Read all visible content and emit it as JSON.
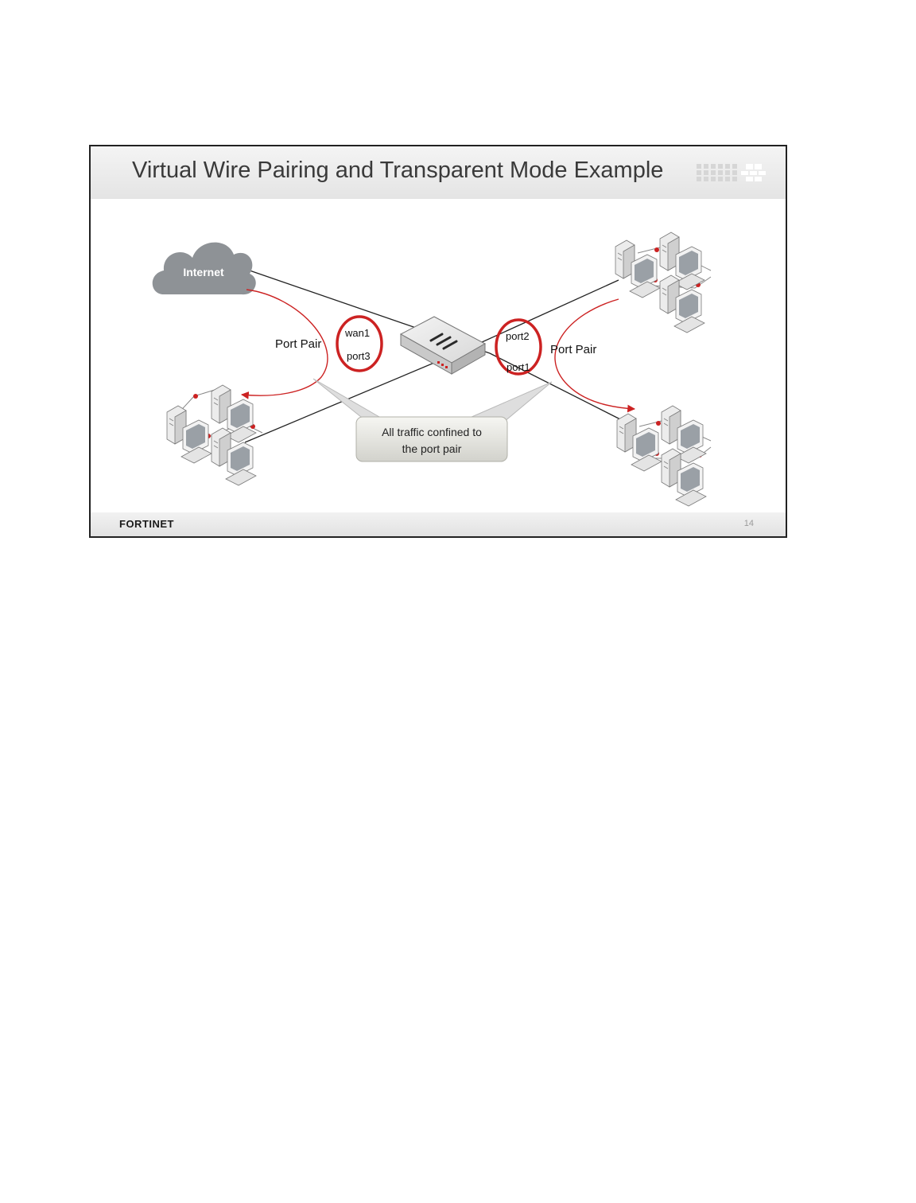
{
  "slide": {
    "title": "Virtual Wire Pairing and Transparent Mode Example",
    "page_number": "14",
    "brand": "FORTINET"
  },
  "diagram": {
    "internet_label": "Internet",
    "left_pair_label": "Port Pair",
    "right_pair_label": "Port Pair",
    "left_ports": [
      "wan1",
      "port3"
    ],
    "right_ports": [
      "port2",
      "port1"
    ],
    "callout_line1": "All traffic confined to",
    "callout_line2": "the port pair"
  },
  "colors": {
    "accent_red": "#cc2222",
    "cloud_gray": "#8e9296",
    "link_black": "#222222"
  },
  "icons": [
    "cloud-icon",
    "firewall-device-icon",
    "computer-cluster-icon",
    "fortinet-logo-icon"
  ]
}
